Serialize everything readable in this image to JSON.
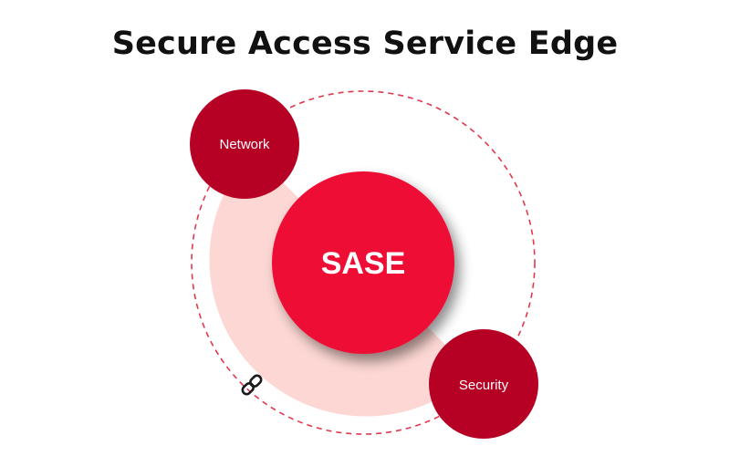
{
  "title": "Secure Access Service Edge",
  "center": {
    "label": "SASE"
  },
  "nodes": {
    "network": {
      "label": "Network"
    },
    "security": {
      "label": "Security"
    }
  },
  "colors": {
    "center_fill": "#ee0a35",
    "node_fill": "#b60024",
    "ring_fill": "#fdd7d3",
    "dashed_orbit": "#e0394e",
    "link_icon": "#1a1a1a"
  },
  "icons": {
    "connector": "link-icon"
  }
}
